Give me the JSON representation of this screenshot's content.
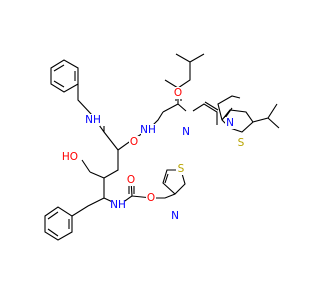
{
  "atoms": [
    {
      "id": "NH_carbamate",
      "text": "NH",
      "color": "#0000FF"
    },
    {
      "id": "O_carbamate_carbonyl",
      "text": "O",
      "color": "#FF0000"
    },
    {
      "id": "O_carbamate_ester",
      "text": "O",
      "color": "#FF0000"
    },
    {
      "id": "S_thiazole_left",
      "text": "S",
      "color": "#B8A400"
    },
    {
      "id": "N_thiazole_left",
      "text": "N",
      "color": "#0000FF"
    },
    {
      "id": "HO_hydroxyl",
      "text": "HO",
      "color": "#FF0000"
    },
    {
      "id": "NH_amide",
      "text": "NH",
      "color": "#0000FF"
    },
    {
      "id": "O_amide",
      "text": "O",
      "color": "#FF0000"
    },
    {
      "id": "NH_urea",
      "text": "NH",
      "color": "#0000FF"
    },
    {
      "id": "O_urea",
      "text": "O",
      "color": "#FF0000"
    },
    {
      "id": "N_urea",
      "text": "N",
      "color": "#0000FF"
    },
    {
      "id": "N_thiazole_right",
      "text": "N",
      "color": "#0000FF"
    },
    {
      "id": "S_thiazole_right",
      "text": "S",
      "color": "#B8A400"
    }
  ]
}
